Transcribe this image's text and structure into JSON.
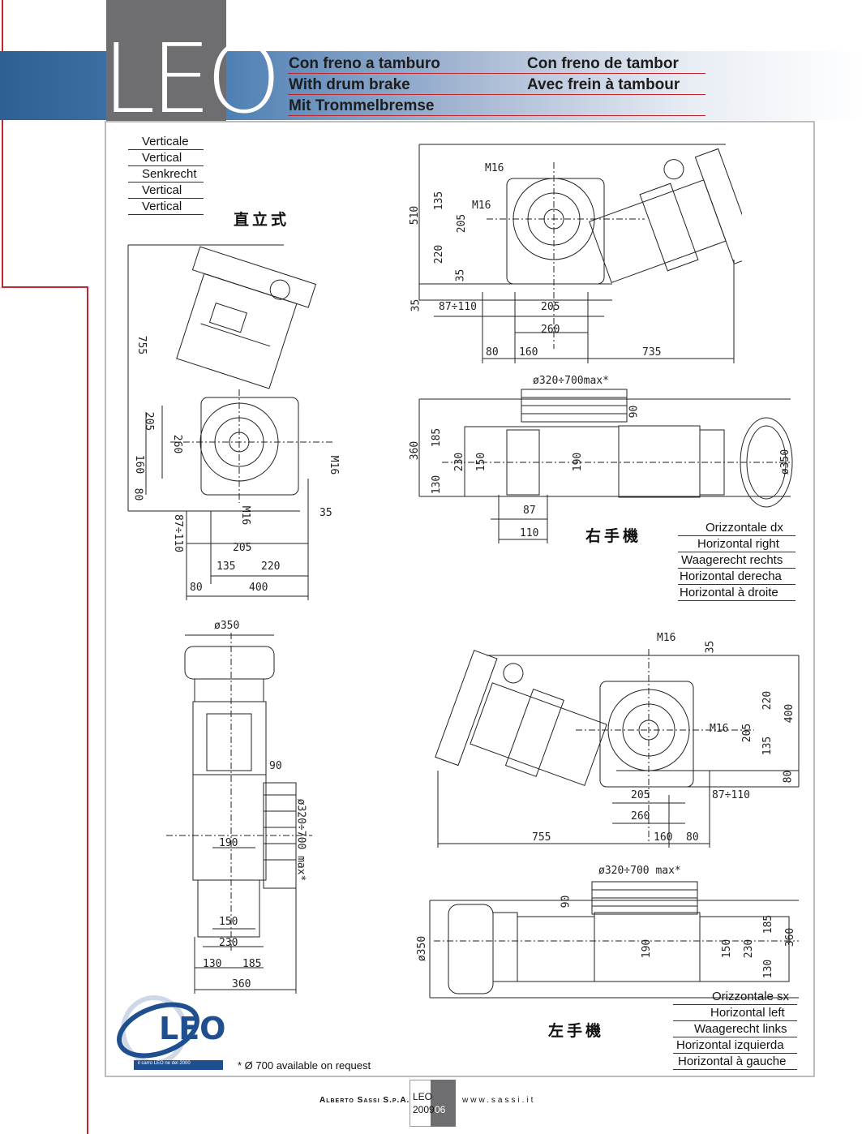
{
  "brand": {
    "model": "LEO"
  },
  "header": {
    "col1": [
      "Con freno a tamburo",
      "With drum brake",
      "Mit Trommelbremse"
    ],
    "col2": [
      "Con freno de tambor",
      "Avec frein à tambour"
    ]
  },
  "vertical_block": {
    "labels": [
      "Verticale",
      "Vertical",
      "Senkrecht",
      "Vertical",
      "Vertical"
    ],
    "cjk": "直立式"
  },
  "right_block": {
    "labels": [
      "Orizzontale dx",
      "Horizontal right",
      "Waagerecht rechts",
      "Horizontal derecha",
      "Horizontal à droite"
    ],
    "cjk": "右手機"
  },
  "left_block": {
    "labels": [
      "Orizzontale sx",
      "Horizontal left",
      "Waagerecht links",
      "Horizontal izquierda",
      "Horizontal à gauche"
    ],
    "cjk": "左手機"
  },
  "dims": {
    "vertical_side": [
      "755",
      "205",
      "260",
      "160",
      "80",
      "M16",
      "M16",
      "35",
      "87÷110",
      "205",
      "135",
      "220",
      "80",
      "400"
    ],
    "vertical_front": [
      "ø350",
      "90",
      "ø320÷700 max*",
      "190",
      "150",
      "230",
      "130",
      "185",
      "360"
    ],
    "right_side": [
      "M16",
      "M16",
      "135",
      "205",
      "510",
      "220",
      "35",
      "35",
      "87÷110",
      "205",
      "260",
      "80",
      "160",
      "735"
    ],
    "right_top": [
      "ø320÷700max*",
      "90",
      "185",
      "360",
      "230",
      "150",
      "190",
      "130",
      "ø350",
      "87",
      "110"
    ],
    "left_side": [
      "M16",
      "35",
      "220",
      "400",
      "M16",
      "205",
      "135",
      "80",
      "205",
      "87÷110",
      "260",
      "755",
      "160",
      "80"
    ],
    "left_top": [
      "ø320÷700 max*",
      "90",
      "ø350",
      "190",
      "150",
      "230",
      "185",
      "360",
      "130"
    ]
  },
  "logo": {
    "name": "LEO",
    "tagline": "il carro LEO ne del 2000"
  },
  "footnote": "* Ø 700 available on request",
  "footer": {
    "company": "Alberto Sassi S.p.A.",
    "model": "LEO",
    "year": "2009",
    "page": "06",
    "website": "www.sassi.it"
  }
}
